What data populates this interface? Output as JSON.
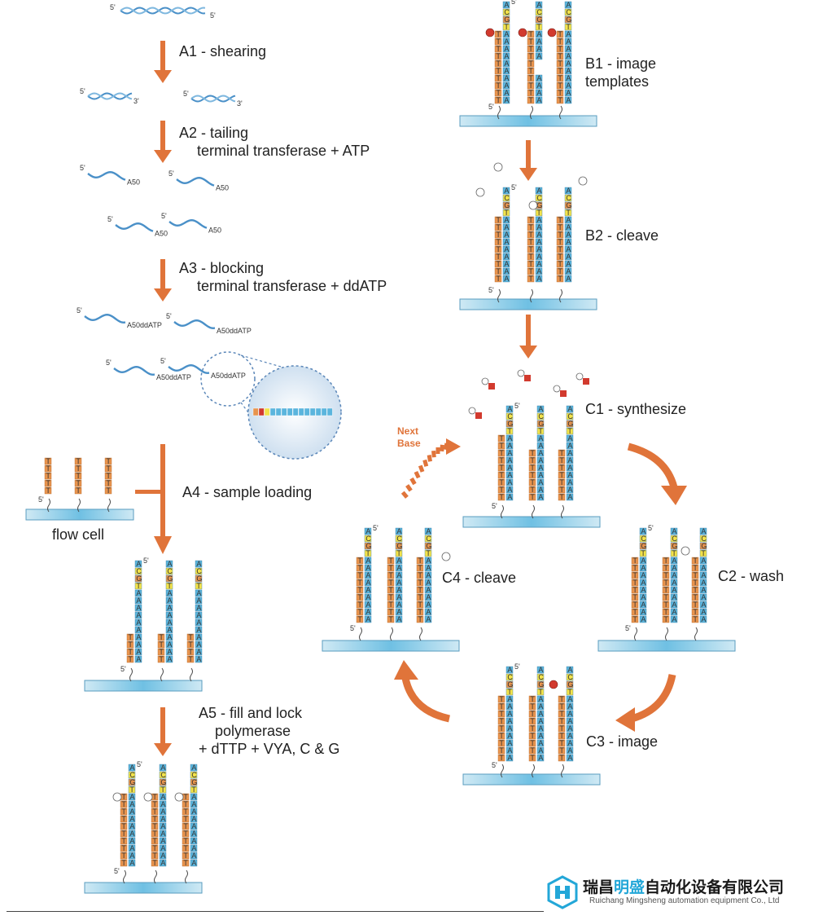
{
  "steps": {
    "a1": {
      "line1": "A1 - shearing"
    },
    "a2": {
      "line1": "A2 - tailing",
      "line2": "terminal transferase + ATP"
    },
    "a3": {
      "line1": "A3 - blocking",
      "line2": "terminal transferase + ddATP"
    },
    "a4": {
      "line1": "A4 - sample loading"
    },
    "a5": {
      "line1": "A5 - fill and lock",
      "line2": "polymerase",
      "line3": "+ dTTP + VYA, C & G"
    },
    "b1": {
      "line1": "B1 - image",
      "line2": "templates"
    },
    "b2": {
      "line1": "B2 - cleave"
    },
    "c1": {
      "line1": "C1 - synthesize"
    },
    "c2": {
      "line1": "C2 - wash"
    },
    "c3": {
      "line1": "C3 - image"
    },
    "c4": {
      "line1": "C4 - cleave"
    }
  },
  "flow_cell_label": "flow cell",
  "next_base": {
    "line1": "Next",
    "line2": "Base"
  },
  "annotations": {
    "five_prime": "5'",
    "three_prime": "3'",
    "a50": "A50",
    "a50ddatp": "A50ddATP"
  },
  "bases": [
    "A",
    "C",
    "G",
    "T"
  ],
  "colors": {
    "arrow": "#e0743a",
    "strand_orange": "#e8944e",
    "strand_blue": "#5bb5dd",
    "base_yellow": "#f3e24a",
    "base_red": "#d23a2e",
    "flow_cell": "#8ccde8",
    "dna": "#4a90c8"
  },
  "watermark": {
    "brand_cn_part1": "瑞昌",
    "brand_cn_highlight": "明盛",
    "brand_cn_part2": "自动化设备有限公司",
    "brand_en": "Ruichang Mingsheng automation equipment Co., Ltd"
  }
}
